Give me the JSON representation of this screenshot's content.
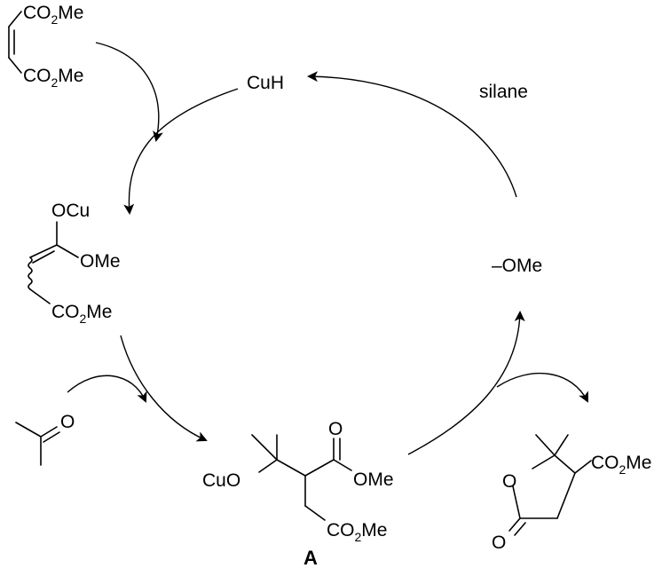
{
  "species": {
    "maleate": {
      "co2me_top": {
        "main": "CO",
        "sub": "2",
        "tail": "Me"
      },
      "co2me_bottom": {
        "main": "CO",
        "sub": "2",
        "tail": "Me"
      }
    },
    "catalyst": {
      "label": "CuH"
    },
    "silane": {
      "label": "silane"
    },
    "enolate": {
      "ocu": "OCu",
      "ome": "OMe",
      "co2me": {
        "main": "CO",
        "sub": "2",
        "tail": "Me"
      }
    },
    "acetone": {
      "o": "O"
    },
    "intermediate_A": {
      "cuo": "CuO",
      "o": "O",
      "ome": "OMe",
      "co2me": {
        "main": "CO",
        "sub": "2",
        "tail": "Me"
      },
      "label": "A"
    },
    "methoxide": {
      "label": "–OMe"
    },
    "lactone": {
      "ring_o": "O",
      "carbonyl_o": "O",
      "co2me": {
        "main": "CO",
        "sub": "2",
        "tail": "Me"
      }
    }
  }
}
